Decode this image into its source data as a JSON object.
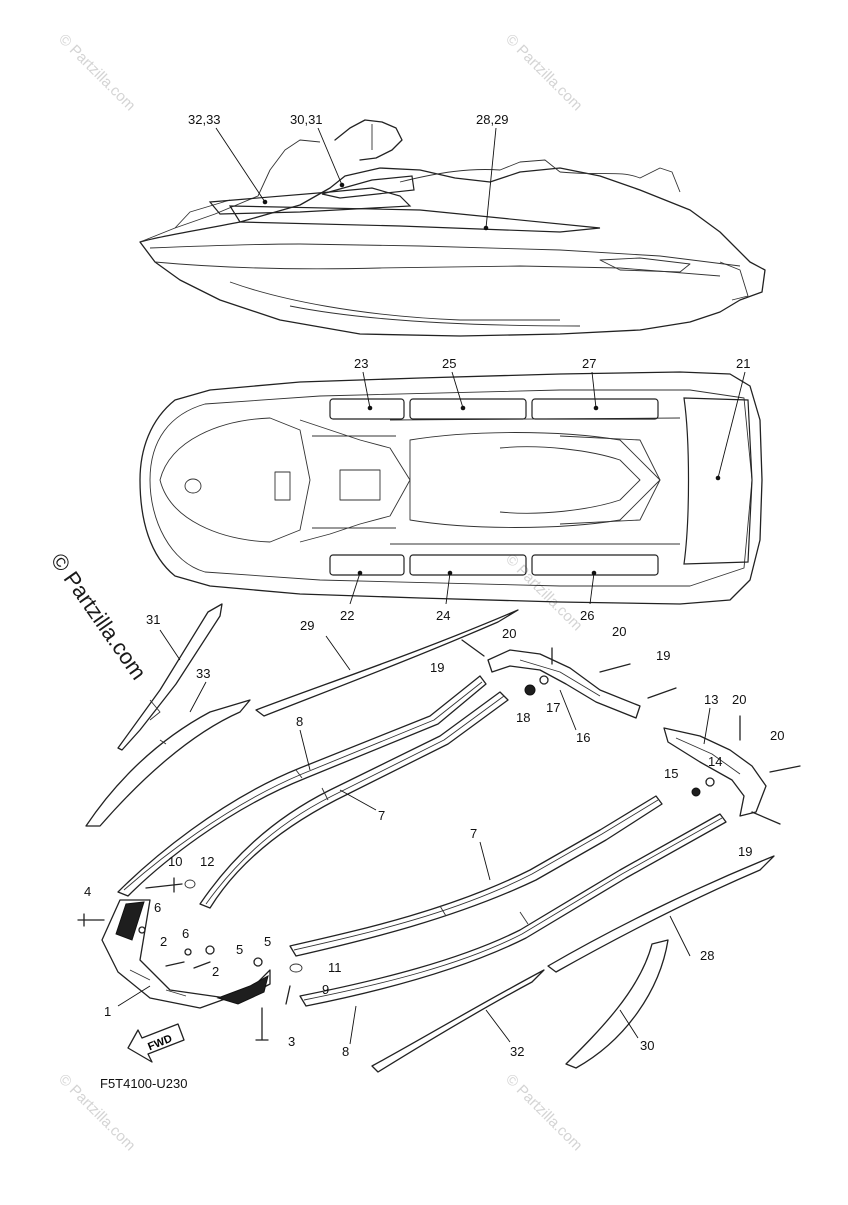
{
  "diagram": {
    "drawing_code": "F5T4100-U230",
    "fwd_label": "FWD",
    "watermarks": {
      "small": "© Partzilla.com",
      "large": "© Partzilla.com"
    },
    "callouts": [
      {
        "id": "c-32-33",
        "text": "32,33"
      },
      {
        "id": "c-30-31",
        "text": "30,31"
      },
      {
        "id": "c-28-29",
        "text": "28,29"
      },
      {
        "id": "c-23",
        "text": "23"
      },
      {
        "id": "c-25",
        "text": "25"
      },
      {
        "id": "c-27",
        "text": "27"
      },
      {
        "id": "c-21",
        "text": "21"
      },
      {
        "id": "c-22",
        "text": "22"
      },
      {
        "id": "c-24",
        "text": "24"
      },
      {
        "id": "c-26",
        "text": "26"
      },
      {
        "id": "c-31",
        "text": "31"
      },
      {
        "id": "c-33",
        "text": "33"
      },
      {
        "id": "c-29",
        "text": "29"
      },
      {
        "id": "c-8a",
        "text": "8"
      },
      {
        "id": "c-7a",
        "text": "7"
      },
      {
        "id": "c-19a",
        "text": "19"
      },
      {
        "id": "c-20a",
        "text": "20"
      },
      {
        "id": "c-20b",
        "text": "20"
      },
      {
        "id": "c-19b",
        "text": "19"
      },
      {
        "id": "c-18",
        "text": "18"
      },
      {
        "id": "c-17",
        "text": "17"
      },
      {
        "id": "c-16",
        "text": "16"
      },
      {
        "id": "c-13",
        "text": "13"
      },
      {
        "id": "c-20c",
        "text": "20"
      },
      {
        "id": "c-20d",
        "text": "20"
      },
      {
        "id": "c-14",
        "text": "14"
      },
      {
        "id": "c-15",
        "text": "15"
      },
      {
        "id": "c-19c",
        "text": "19"
      },
      {
        "id": "c-7b",
        "text": "7"
      },
      {
        "id": "c-10",
        "text": "10"
      },
      {
        "id": "c-12",
        "text": "12"
      },
      {
        "id": "c-4",
        "text": "4"
      },
      {
        "id": "c-6a",
        "text": "6"
      },
      {
        "id": "c-6b",
        "text": "6"
      },
      {
        "id": "c-2a",
        "text": "2"
      },
      {
        "id": "c-5a",
        "text": "5"
      },
      {
        "id": "c-5b",
        "text": "5"
      },
      {
        "id": "c-2b",
        "text": "2"
      },
      {
        "id": "c-1",
        "text": "1"
      },
      {
        "id": "c-3",
        "text": "3"
      },
      {
        "id": "c-11",
        "text": "11"
      },
      {
        "id": "c-9",
        "text": "9"
      },
      {
        "id": "c-8b",
        "text": "8"
      },
      {
        "id": "c-28",
        "text": "28"
      },
      {
        "id": "c-32",
        "text": "32"
      },
      {
        "id": "c-30",
        "text": "30"
      }
    ]
  }
}
